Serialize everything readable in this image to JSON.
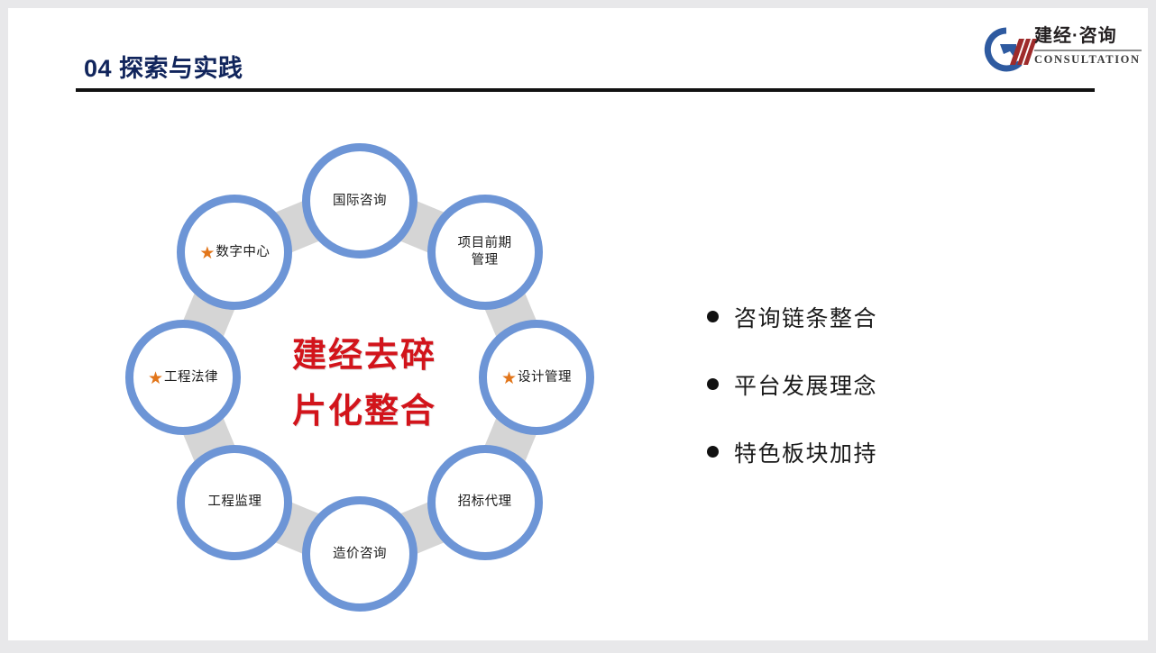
{
  "slide": {
    "title": "04 探索与实践",
    "title_color": "#11255c",
    "background": "#ffffff"
  },
  "logo": {
    "mark_name": "jianjing-logo-mark",
    "mark_blue": "#2e5aa0",
    "mark_red": "#9e2b2b",
    "chinese": "建经·咨询",
    "english": "CONSULTATION"
  },
  "cycle": {
    "ring_color": "#6d95d6",
    "connector_color": "#d5d5d5",
    "star_color": "#e2761b",
    "center": {
      "color": "#d2141b",
      "line1": "建经去碎",
      "line2": "片化整合"
    },
    "nodes": [
      {
        "id": "international-consulting",
        "label": "国际咨询",
        "star": false
      },
      {
        "id": "project-early-stage-management",
        "label": "项目前期\n管理",
        "star": false
      },
      {
        "id": "design-management",
        "label": "设计管理",
        "star": true
      },
      {
        "id": "bidding-agency",
        "label": "招标代理",
        "star": false
      },
      {
        "id": "cost-consulting",
        "label": "造价咨询",
        "star": false
      },
      {
        "id": "engineering-supervision",
        "label": "工程监理",
        "star": false
      },
      {
        "id": "engineering-law",
        "label": "工程法律",
        "star": true
      },
      {
        "id": "digital-center",
        "label": "数字中心",
        "star": true
      }
    ]
  },
  "bullets": {
    "dot_color": "#111111",
    "items": [
      {
        "text": "咨询链条整合"
      },
      {
        "text": "平台发展理念"
      },
      {
        "text": "特色板块加持"
      }
    ]
  }
}
